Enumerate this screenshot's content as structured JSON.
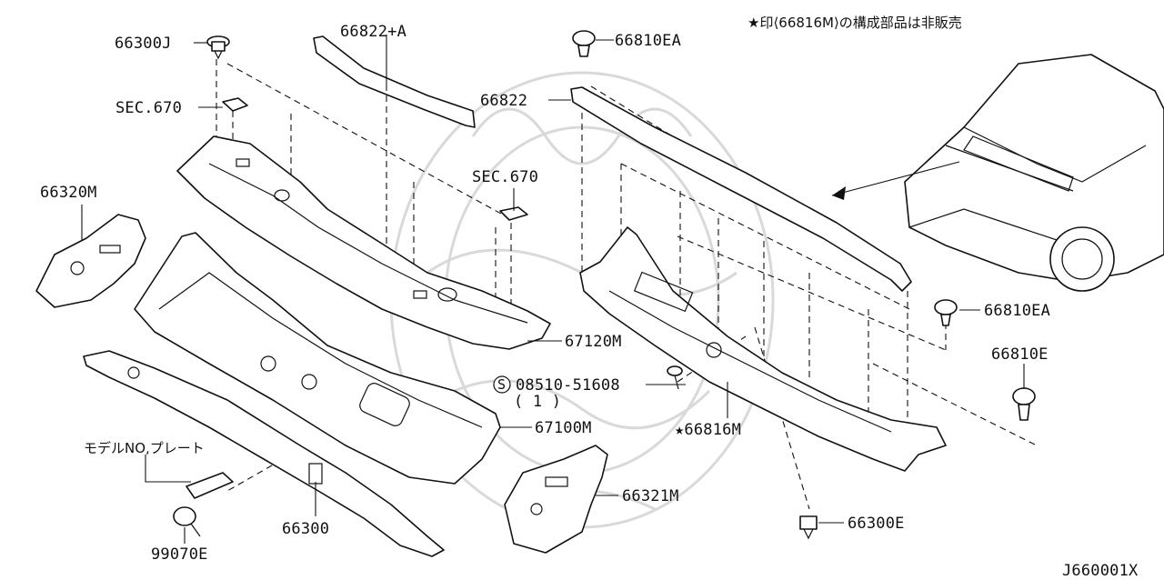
{
  "diagram": {
    "note": "★印⟨66816M⟩の構成部品は非販売",
    "figure_code": "J660001X",
    "parts": {
      "p66300J": "66300J",
      "p66822A": "66822+A",
      "p66810EA_top": "66810EA",
      "p66822": "66822",
      "sec670_left": "SEC.670",
      "sec670_mid": "SEC.670",
      "p66320M": "66320M",
      "p67120M": "67120M",
      "p66810EA_right": "66810EA",
      "p66810E": "66810E",
      "p08510": "08510-51608",
      "p08510_qty": "( 1 )",
      "p08510_prefix": "S",
      "p66816M": "★66816M",
      "p67100M": "67100M",
      "model_plate": "モデルNO,プレート",
      "p66321M": "66321M",
      "p66300": "66300",
      "p99070E": "99070E",
      "p66300E": "66300E"
    }
  }
}
